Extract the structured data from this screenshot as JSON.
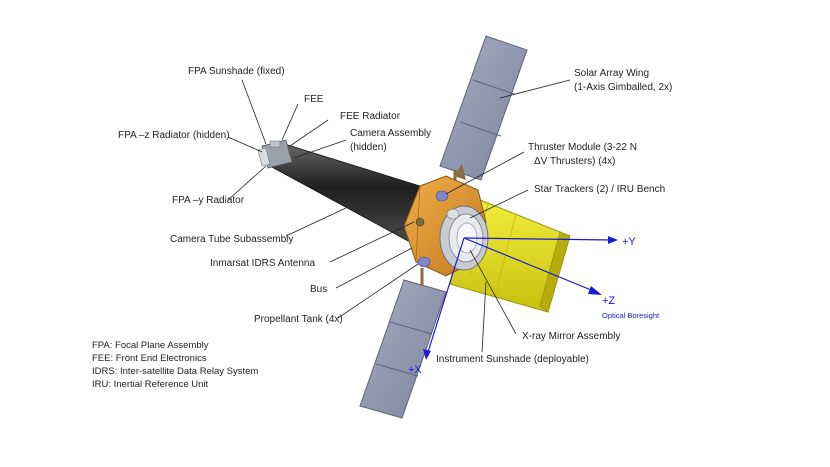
{
  "labels": {
    "fpa_sunshade": "FPA Sunshade (fixed)",
    "fee": "FEE",
    "fee_radiator": "FEE Radiator",
    "fpa_z_radiator": "FPA –z Radiator (hidden)",
    "camera_assembly_1": "Camera Assembly",
    "camera_assembly_2": "(hidden)",
    "fpa_y_radiator": "FPA –y Radiator",
    "camera_tube": "Camera Tube Subassembly",
    "inmarsat": "Inmarsat IDRS Antenna",
    "bus": "Bus",
    "propellant_tank": "Propellant Tank (4x)",
    "solar_array_1": "Solar Array Wing",
    "solar_array_2": "(1-Axis Gimballed, 2x)",
    "thruster_1": "Thruster Module (3-22 N",
    "thruster_2": "ΔV Thrusters) (4x)",
    "star_trackers": "Star Trackers (2) / IRU Bench",
    "xray_mirror": "X-ray Mirror Assembly",
    "instrument_sunshade": "Instrument Sunshade (deployable)"
  },
  "axes": {
    "plus_y": "+Y",
    "plus_z": "+Z",
    "optical_boresight": "Optical Boresight",
    "plus_x": "+X",
    "color": "#1a1ad6"
  },
  "legend": [
    "FPA:  Focal Plane Assembly",
    "FEE:  Front End Electronics",
    "IDRS:  Inter-satellite Data Relay System",
    "IRU:  Inertial Reference Unit"
  ],
  "colors": {
    "bus_orange": "#d9912e",
    "sunshade_yellow": "#e8e020",
    "panel_gray": "#8d96ad",
    "tube_dark": "#2b2b2b"
  }
}
